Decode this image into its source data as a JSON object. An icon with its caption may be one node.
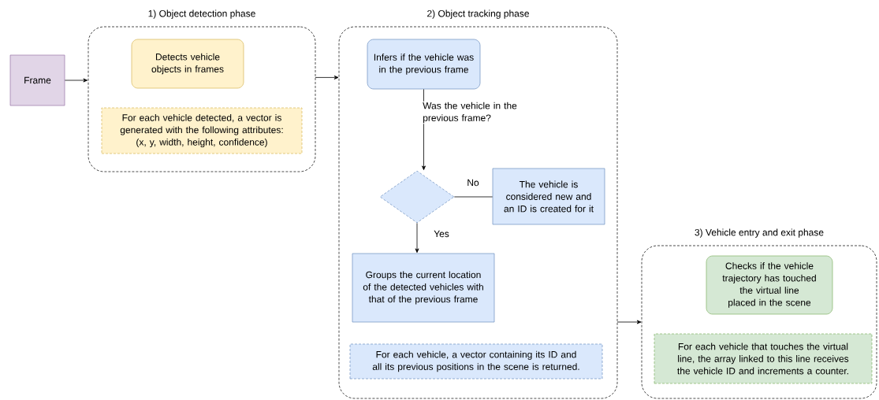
{
  "diagram": {
    "nodes": [
      {
        "text": [
          "Frame"
        ]
      },
      {
        "text": [
          "1) Object detection phase"
        ]
      },
      {
        "text": [
          "Detects vehicle objects in frames"
        ],
        "in": 1
      },
      {
        "text": [
          "For each vehicle detected, a vector is generated with the following attributes: (x, y, width, height, confidence)"
        ],
        "in": 1
      },
      {
        "text": [
          "2) Object tracking phase"
        ]
      },
      {
        "text": [
          "Infers if the vehicle was in the previous frame"
        ],
        "in": 4
      },
      {
        "text": [],
        "shape": "diamond",
        "in": 4
      },
      {
        "text": [
          "The vehicle is considered new and an ID is created for it"
        ],
        "in": 4
      },
      {
        "text": [
          "Groups the current location of the detected vehicles with that of the previous frame"
        ],
        "in": 4
      },
      {
        "text": [
          "For each vehicle, a vector containing its ID and all its previous positions in the scene is returned."
        ],
        "in": 4
      },
      {
        "text": [
          "3) Vehicle entry and exit phase"
        ]
      },
      {
        "text": [
          "Checks if the vehicle trajectory has touched the virtual line placed in the scene"
        ],
        "in": 10
      },
      {
        "text": [
          "For each vehicle that touches the virtual line, the array linked to this line receives the vehicle ID and increments a counter."
        ],
        "in": 10
      }
    ],
    "edges": [
      {
        "from": 0,
        "to": 1,
        "arrow": "to"
      },
      {
        "from": 1,
        "to": 4,
        "arrow": "to"
      },
      {
        "from": 5,
        "to": 6,
        "arrow": "to",
        "label": "Was the vehicle in the previous frame?"
      },
      {
        "from": 6,
        "to": 7,
        "arrow": "none",
        "label": "No"
      },
      {
        "from": 6,
        "to": 8,
        "arrow": "to",
        "label": "Yes"
      },
      {
        "from": 4,
        "to": 10,
        "arrow": "to"
      }
    ]
  }
}
